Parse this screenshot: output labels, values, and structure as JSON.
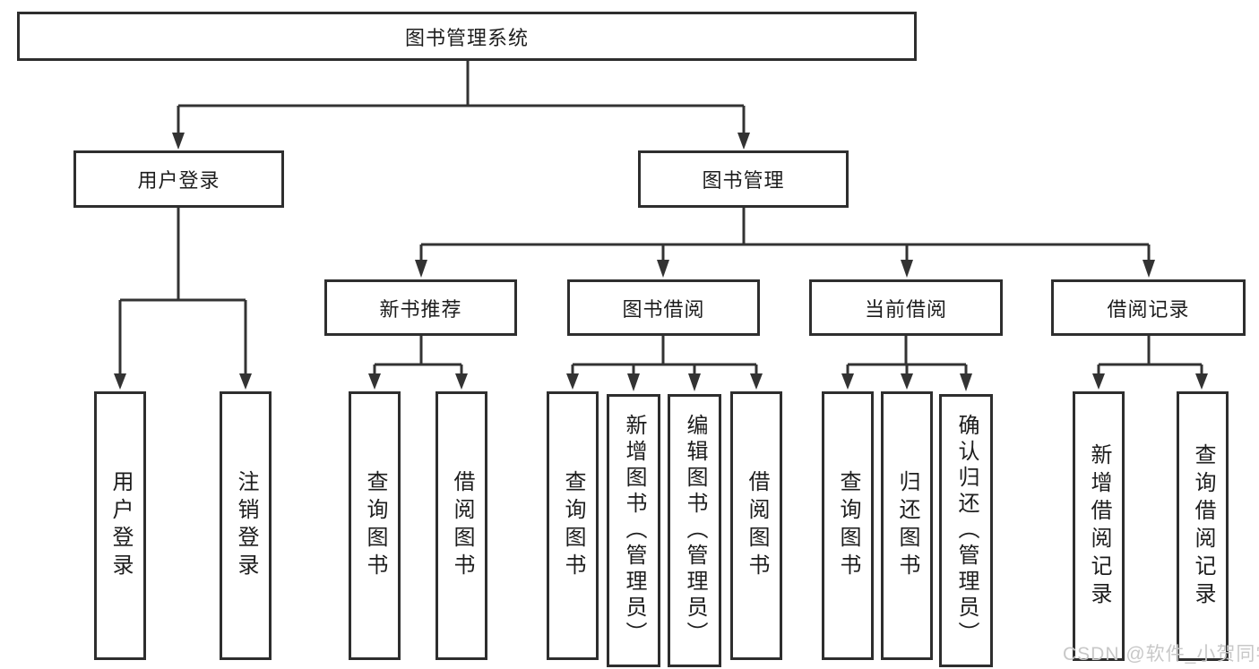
{
  "diagram": {
    "type": "hierarchy-tree",
    "colors": {
      "line": "#333333",
      "box_border": "#2e2e2e",
      "box_fill": "#ffffff",
      "text": "#1d1d1d",
      "watermark_text": "#c8c8c8"
    },
    "watermark": {
      "text": "CSDN @软件_小贺同学"
    },
    "tree": {
      "label": "图书管理系统",
      "children": [
        {
          "label": "用户登录",
          "children": [
            {
              "label": "用户登录"
            },
            {
              "label": "注销登录"
            }
          ]
        },
        {
          "label": "图书管理",
          "children": [
            {
              "label": "新书推荐",
              "children": [
                {
                  "label": "查询图书"
                },
                {
                  "label": "借阅图书"
                }
              ]
            },
            {
              "label": "图书借阅",
              "children": [
                {
                  "label": "查询图书"
                },
                {
                  "label": "新增图书（管理员）"
                },
                {
                  "label": "编辑图书（管理员）"
                },
                {
                  "label": "借阅图书"
                }
              ]
            },
            {
              "label": "当前借阅",
              "children": [
                {
                  "label": "查询图书"
                },
                {
                  "label": "归还图书"
                },
                {
                  "label": "确认归还（管理员）"
                }
              ]
            },
            {
              "label": "借阅记录",
              "children": [
                {
                  "label": "新增借阅记录"
                },
                {
                  "label": "查询借阅记录"
                }
              ]
            }
          ]
        }
      ]
    }
  }
}
